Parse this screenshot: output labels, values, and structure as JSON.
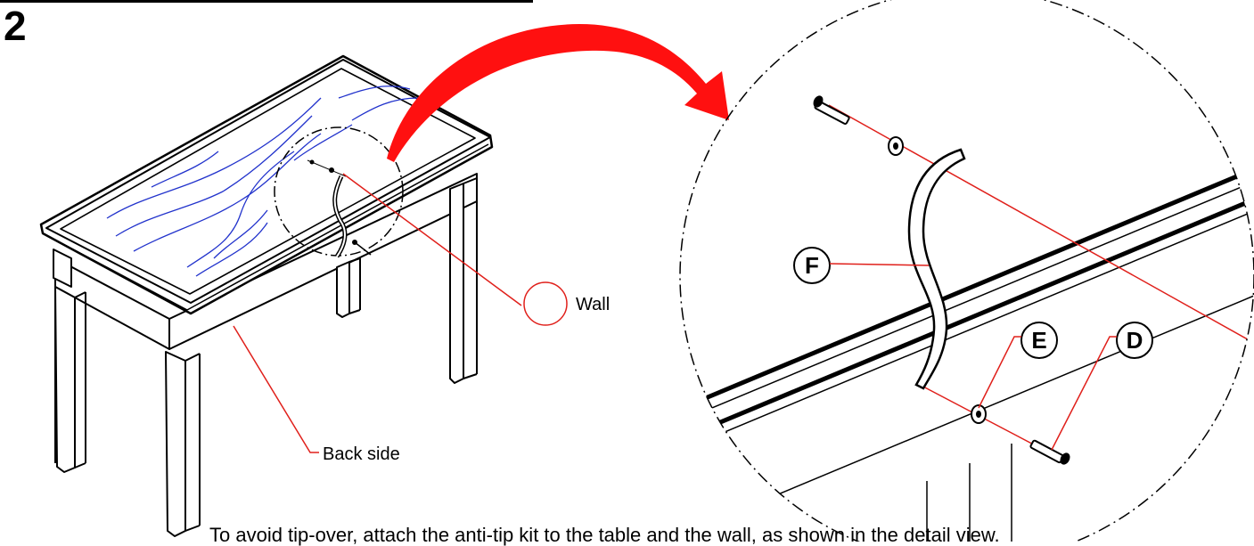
{
  "step": {
    "number": "2"
  },
  "labels": {
    "wall": "Wall",
    "back_side": "Back side"
  },
  "parts": {
    "d": "D",
    "e": "E",
    "f": "F"
  },
  "colors": {
    "line": "#000000",
    "callout": "#e0201b",
    "wood_grain": "#2233cc",
    "arrow": "#ff1010"
  },
  "instruction": "To avoid tip-over, attach the anti-tip kit to the table and the wall, as shown in the detail view."
}
